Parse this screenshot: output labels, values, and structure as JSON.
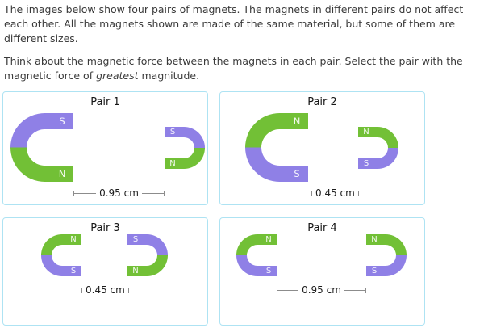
{
  "question": {
    "para1_lines": [
      "The images below show four pairs of magnets. The magnets in different pairs do not affect",
      "each other. All the magnets shown are made of the same material, but some of them are",
      "different sizes."
    ],
    "para2_line1": "Think about the magnetic force between the magnets in each pair. Select the pair with the",
    "para2_pre": "magnetic force of ",
    "para2_italic": "greatest",
    "para2_post": " magnitude."
  },
  "colors": {
    "green": "#72c036",
    "purple": "#8f80e6",
    "panel_border": "#aee3f3",
    "measure_line": "#8c8c8c",
    "pole_label": "#ffffff"
  },
  "pairs": [
    {
      "title": "Pair 1",
      "distance_label": "0.95 cm",
      "magnets": [
        {
          "size": "large",
          "opens": "right",
          "top_pole": "S",
          "bottom_pole": "N",
          "top_color": "purple",
          "bottom_color": "green"
        },
        {
          "size": "small",
          "opens": "left",
          "top_pole": "S",
          "bottom_pole": "N",
          "top_color": "purple",
          "bottom_color": "green"
        }
      ]
    },
    {
      "title": "Pair 2",
      "distance_label": "0.45 cm",
      "magnets": [
        {
          "size": "large",
          "opens": "right",
          "top_pole": "N",
          "bottom_pole": "S",
          "top_color": "green",
          "bottom_color": "purple"
        },
        {
          "size": "small",
          "opens": "left",
          "top_pole": "N",
          "bottom_pole": "S",
          "top_color": "green",
          "bottom_color": "purple"
        }
      ]
    },
    {
      "title": "Pair 3",
      "distance_label": "0.45 cm",
      "magnets": [
        {
          "size": "small",
          "opens": "right",
          "top_pole": "N",
          "bottom_pole": "S",
          "top_color": "green",
          "bottom_color": "purple"
        },
        {
          "size": "small",
          "opens": "left",
          "top_pole": "S",
          "bottom_pole": "N",
          "top_color": "purple",
          "bottom_color": "green"
        }
      ]
    },
    {
      "title": "Pair 4",
      "distance_label": "0.95 cm",
      "magnets": [
        {
          "size": "small",
          "opens": "right",
          "top_pole": "N",
          "bottom_pole": "S",
          "top_color": "green",
          "bottom_color": "purple"
        },
        {
          "size": "small",
          "opens": "left",
          "top_pole": "N",
          "bottom_pole": "S",
          "top_color": "green",
          "bottom_color": "purple"
        }
      ]
    }
  ]
}
